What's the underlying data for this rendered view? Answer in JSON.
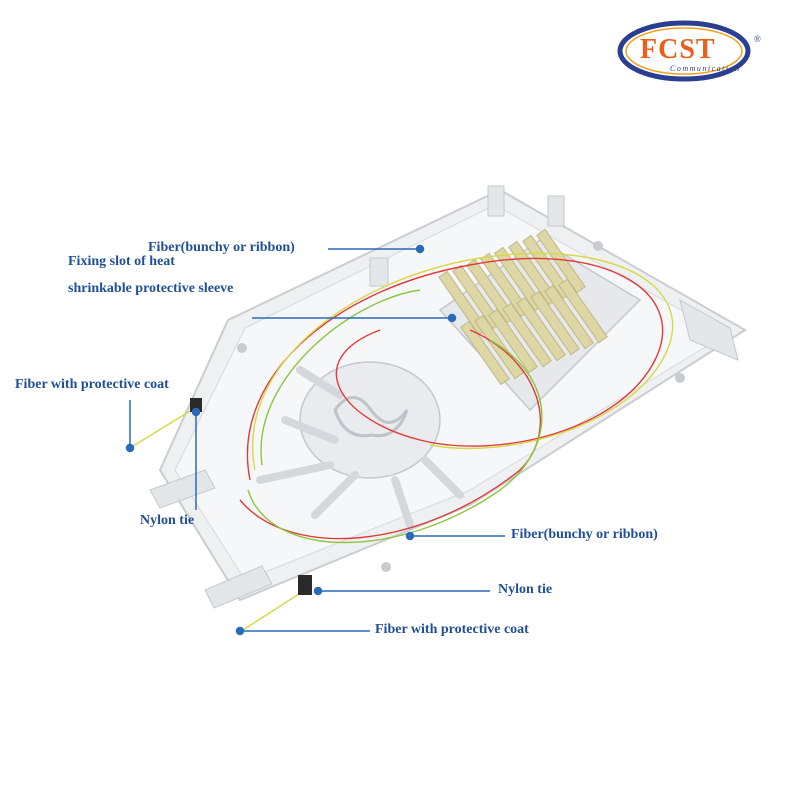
{
  "logo": {
    "brand": "FCST",
    "subtitle": "Communication",
    "registered": "®",
    "colors": {
      "text": "#e8601c",
      "ring": "#2a3f8f",
      "ring_inner": "#f3a11c"
    }
  },
  "labels": {
    "fiber_top": "Fiber(bunchy or ribbon)",
    "fixing_slot": "Fixing slot of heat shrinkable protective sleeve",
    "coat_left": "Fiber with protective coat",
    "nylon_left": "Nylon tie",
    "fiber_bottom": "Fiber(bunchy or ribbon)",
    "nylon_bottom": "Nylon tie",
    "coat_bottom": "Fiber with protective coat"
  },
  "colors": {
    "label": "#1f4f96",
    "leader": "#2a6ab8",
    "tray": "#eef0f2",
    "tray_edge": "#c9cdd2",
    "fiber_red": "#e23a3a",
    "fiber_yellow": "#d7d94a",
    "fiber_green": "#8cc63e",
    "sleeve": "#ddd7a6"
  }
}
